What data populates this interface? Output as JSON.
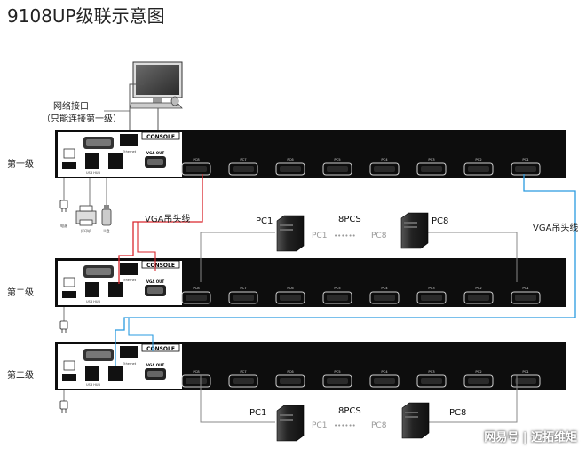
{
  "title": "9108UP级联示意图",
  "network_label_line1": "网络接口",
  "network_label_line2": "（只能连接第一级）",
  "levels": [
    "第一级",
    "第二级",
    "第二级"
  ],
  "console_label": "CONSOLE",
  "vga_out_label": "VGA OUT",
  "ethernet_label": "Ethernet",
  "usb_label": "USB HUB",
  "port_labels": [
    "PC8",
    "PC7",
    "PC6",
    "PC5",
    "PC4",
    "PC3",
    "PC2",
    "PC1"
  ],
  "vga_cable_left": "VGA吊头线",
  "vga_cable_right": "VGA吊头线",
  "pc_first": "PC1",
  "pc_last": "PC8",
  "pcs_count": "8PCS",
  "pc_range_start": "PC1",
  "pc_range_dots": "••••••",
  "pc_range_end": "PC8",
  "printer_label": "打印机",
  "udisk_label": "U盘",
  "power_label": "电源",
  "watermark": "网易号 | 迈拓维矩",
  "colors": {
    "red_cable": "#d9262c",
    "blue_cable": "#2a9be0",
    "gray_cable": "#888888",
    "unit": "#0d0d0d"
  }
}
